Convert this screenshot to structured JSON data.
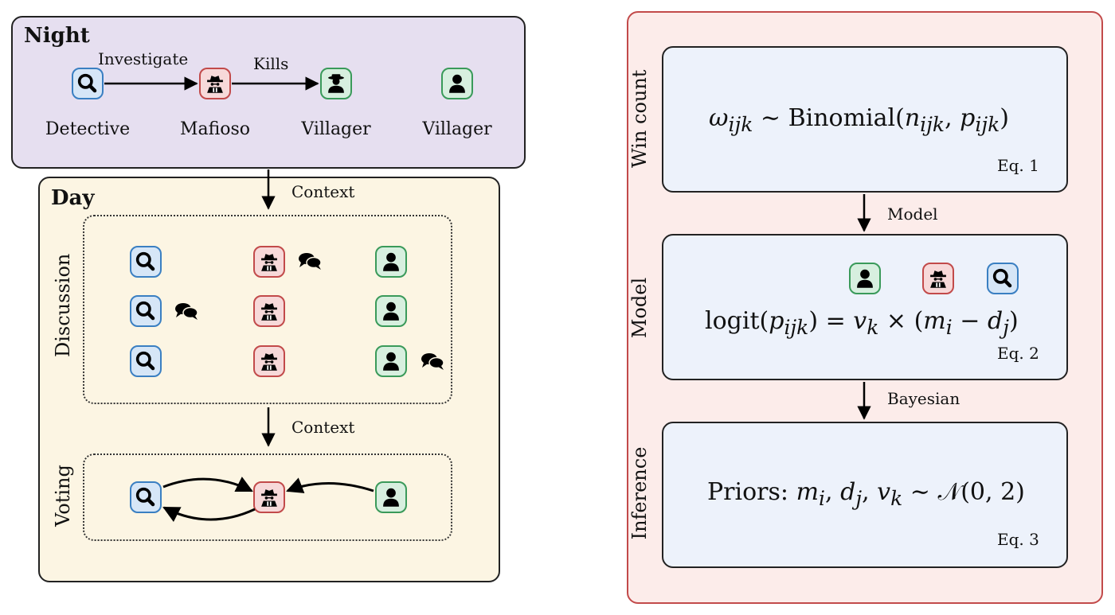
{
  "night": {
    "title": "Night",
    "actions": {
      "investigate": "Investigate",
      "kills": "Kills"
    },
    "roles": [
      "Detective",
      "Mafioso",
      "Villager",
      "Villager"
    ]
  },
  "day": {
    "title": "Day",
    "context_label_1": "Context",
    "context_label_2": "Context",
    "discussion_label": "Discussion",
    "voting_label": "Voting"
  },
  "inference": {
    "win_count": {
      "side_label": "Win count",
      "formula": {
        "omega": "ω",
        "omega_sub": "ijk",
        "dist": " ∼ Binomial(",
        "n": "n",
        "n_sub": "ijk",
        "sep": ", ",
        "p": "p",
        "p_sub": "ijk",
        "close": ")"
      },
      "eq": "Eq. 1"
    },
    "arrow1_label": "Model",
    "model": {
      "side_label": "Model",
      "formula": {
        "pre": "logit(",
        "p": "p",
        "p_sub": "ijk",
        "mid": ") = ",
        "v": "v",
        "v_sub": "k",
        "times": " × (",
        "m": "m",
        "m_sub": "i",
        "minus": " − ",
        "d": "d",
        "d_sub": "j",
        "close": ")"
      },
      "eq": "Eq. 2"
    },
    "arrow2_label": "Bayesian",
    "inference_box": {
      "side_label": "Inference",
      "formula": {
        "pre": "Priors:  ",
        "m": "m",
        "m_sub": "i",
        "c1": ", ",
        "d": "d",
        "d_sub": "j",
        "c2": ", ",
        "v": "v",
        "v_sub": "k",
        "dist": " ∼ 𝒩(0, 2)"
      },
      "eq": "Eq. 3"
    }
  },
  "colors": {
    "detective": "#3a7fc2",
    "mafioso": "#c24a4a",
    "villager": "#3a9a5a",
    "night_bg": "#e6dff0",
    "day_bg": "#fcf5e3",
    "right_bg": "#fcecea"
  },
  "icons": [
    "magnifier-icon",
    "spy-icon",
    "villager-hat-icon",
    "person-icon",
    "speech-bubbles-icon"
  ]
}
